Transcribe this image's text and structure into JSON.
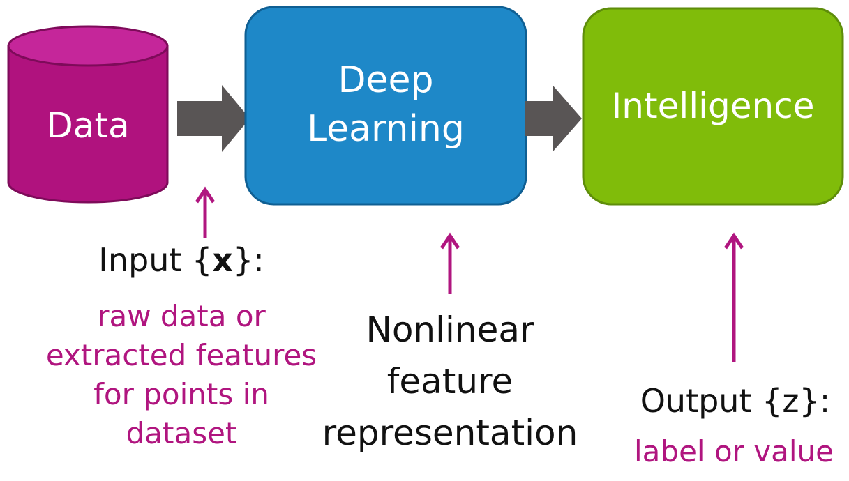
{
  "nodes": {
    "data": {
      "label": "Data",
      "color": "#b0127e",
      "top_color": "#c5269a"
    },
    "deep_learning": {
      "line1": "Deep",
      "line2": "Learning",
      "color": "#1e88c8",
      "border": "#0f5f93"
    },
    "intelligence": {
      "label": "Intelligence",
      "color": "#80bc0a",
      "border": "#5e8d0a"
    }
  },
  "arrows": {
    "flow_color": "#595555",
    "pointer_color": "#b0157f"
  },
  "annotations": {
    "input": {
      "heading_prefix": "Input {",
      "heading_var": "x",
      "heading_suffix": "}:",
      "lines": [
        "raw data or",
        "extracted features",
        "for points in",
        "dataset"
      ]
    },
    "representation": {
      "lines": [
        "Nonlinear",
        "feature",
        "representation"
      ]
    },
    "output": {
      "heading": "Output {z}:",
      "line": "label or value"
    }
  }
}
